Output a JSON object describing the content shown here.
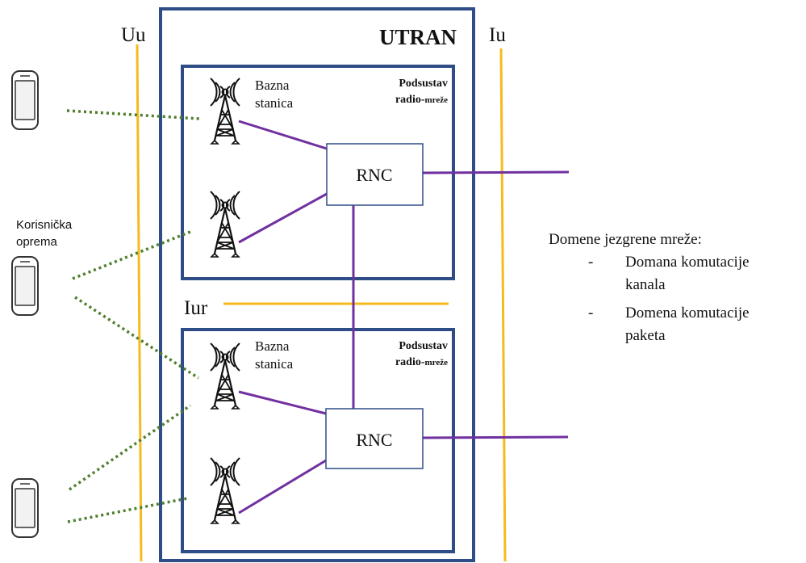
{
  "labels": {
    "uu": "Uu",
    "iu": "Iu",
    "iur": "Iur",
    "utran": "UTRAN",
    "user_equipment": [
      "Korisnička",
      "oprema"
    ]
  },
  "subsystems": [
    {
      "title_line1": "Podsustav",
      "title_line2_a": "radio-",
      "title_line2_b": "mreže",
      "base_station": [
        "Bazna",
        "stanica"
      ],
      "rnc": "RNC"
    },
    {
      "title_line1": "Podsustav",
      "title_line2_a": "radio-",
      "title_line2_b": "mreže",
      "base_station": [
        "Bazna",
        "stanica"
      ],
      "rnc": "RNC"
    }
  ],
  "core_network": {
    "heading": "Domene jezgrene mreže:",
    "items": [
      {
        "bullet": "-",
        "line1": "Domana komutacije",
        "line2": "kanala"
      },
      {
        "bullet": "-",
        "line1": "Domena komutacije",
        "line2": "paketa"
      }
    ]
  },
  "colors": {
    "utran_border": "#2e4d87",
    "interface_line": "#f5bb1e",
    "link": "#7030a0",
    "radio_link": "#4e7f2c",
    "rnc_border": "#2e4d87",
    "tower": "#111111"
  }
}
